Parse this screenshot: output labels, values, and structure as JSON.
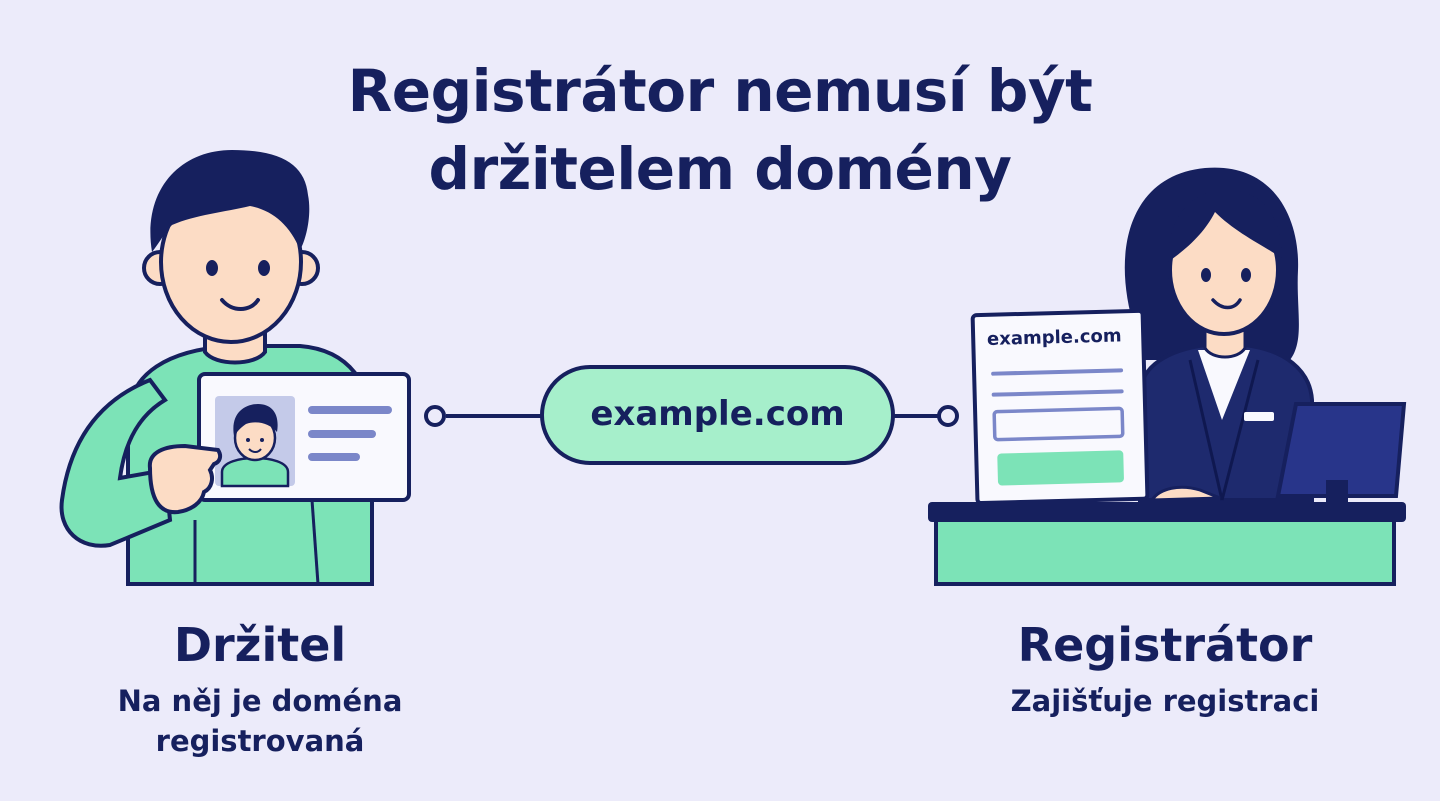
{
  "title": {
    "line1": "Registrátor nemusí být",
    "line2": "držitelem domény"
  },
  "domain": "example.com",
  "holder": {
    "name": "Držitel",
    "description": "Na něj je doména registrovaná"
  },
  "registrar": {
    "name": "Registrátor",
    "description": "Zajišťuje registraci",
    "form_domain": "example.com"
  },
  "colors": {
    "background": "#ecebfa",
    "navy": "#16205e",
    "mint": "#7ce3b7",
    "mint_light": "#a6efcb",
    "periwinkle": "#7b87c9"
  }
}
